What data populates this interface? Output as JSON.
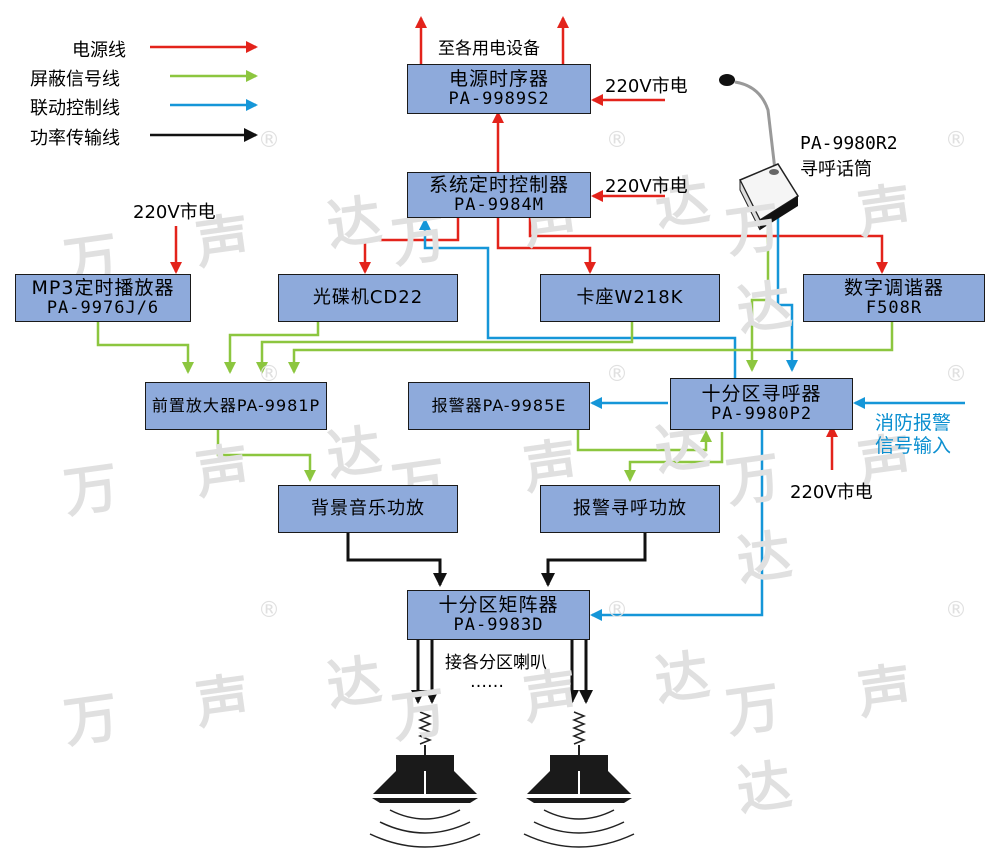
{
  "legend": [
    {
      "label": "电源线",
      "color": "#e3231b"
    },
    {
      "label": "屏蔽信号线",
      "color": "#8cc63f"
    },
    {
      "label": "联动控制线",
      "color": "#1596d8"
    },
    {
      "label": "功率传输线",
      "color": "#111111"
    }
  ],
  "watermark": {
    "text": "万 声 达",
    "reg": "®"
  },
  "devices": {
    "power_sequencer": {
      "name": "电源时序器",
      "model": "PA-9989S2"
    },
    "timer_controller": {
      "name": "系统定时控制器",
      "model": "PA-9984M"
    },
    "mp3_player": {
      "name": "MP3定时播放器",
      "model": "PA-9976J/6"
    },
    "cd_player": {
      "name": "光碟机CD22"
    },
    "card_deck": {
      "name": "卡座W218K"
    },
    "tuner": {
      "name": "数字调谐器",
      "model": "F508R"
    },
    "preamp": {
      "name": "前置放大器PA-9981P"
    },
    "alarm": {
      "name": "报警器PA-9985E"
    },
    "zone_pager": {
      "name": "十分区寻呼器",
      "model": "PA-9980P2"
    },
    "bgm_amp": {
      "name": "背景音乐功放"
    },
    "alarm_amp": {
      "name": "报警寻呼功放"
    },
    "matrix": {
      "name": "十分区矩阵器",
      "model": "PA-9983D"
    }
  },
  "labels": {
    "to_devices": "至各用电设备",
    "mains_power": "220V市电",
    "mic_model": "PA-9980R2",
    "mic_name": "寻呼话筒",
    "fire_signal_1": "消防报警",
    "fire_signal_2": "信号输入",
    "speakers": "接各分区喇叭",
    "ellipsis": "……"
  }
}
